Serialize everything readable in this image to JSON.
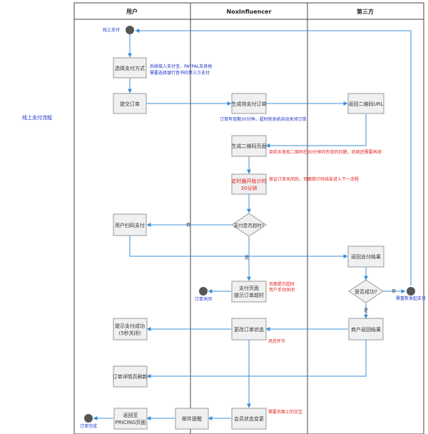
{
  "lanes": {
    "user": "用户",
    "nox": "NoxInfluencer",
    "third": "第三方"
  },
  "side_title": "线上支付流程",
  "nodes": {
    "start": "线上支付",
    "select_method": "选择支付方式",
    "submit_order": "提交订单",
    "gen_pending": "生成待支付订单",
    "return_qr_url": "返回二维码URL",
    "gen_qr_page": "生成二维码页面",
    "timer_line1": "定时器开始计时",
    "timer_line2": "30分钟",
    "user_scan": "用户扫码支付",
    "is_timeout": "支付是否超时?",
    "return_result": "返回支付结果",
    "is_success": "是否成功?",
    "pay_page_line1": "支付页面",
    "pay_page_line2": "提示订单超时",
    "order_closed": "订单关闭",
    "repay": "需重新发起支付",
    "tip_success_line1": "提示支付成功",
    "tip_success_line2": "(5秒关闭)",
    "update_status": "更改订单状态",
    "merchant_result": "商户返回结果",
    "refresh_detail": "订单详情页刷新",
    "return_pricing_line1": "返回至",
    "return_pricing_line2": "PRICING页面",
    "mail_notice": "邮件提醒",
    "member_change": "会员状态变更",
    "order_done": "订单完成"
  },
  "labels": {
    "no1": "否",
    "yes1": "是",
    "no2": "否",
    "yes2": "是"
  },
  "notes": {
    "method_line1": "后续接入支付宝、PAYPAL及其他",
    "method_line2": "需要选择银行音书的第三方支付",
    "order_expire": "订单有效期30分钟，超时则系统自动关闭订单",
    "qr_expire": "目前未发现二维码在30分钟内失效的问题，后续还需要再测",
    "timer_note": "保证订单关闭后，页面倒计时结束进入下一流程",
    "timeout_line1": "页面提示超时",
    "timeout_line2": "用户手动关闭",
    "risk": "风控环节",
    "interaction": "需要页面上的交互"
  },
  "colors": {
    "arrow": "#3b8fd9",
    "box_fill": "#f0f0f0",
    "box_stroke": "#999999",
    "lane_line": "#444444",
    "terminal": "#555555",
    "blue_text": "#1a33cc",
    "red_text": "#e0201b"
  }
}
